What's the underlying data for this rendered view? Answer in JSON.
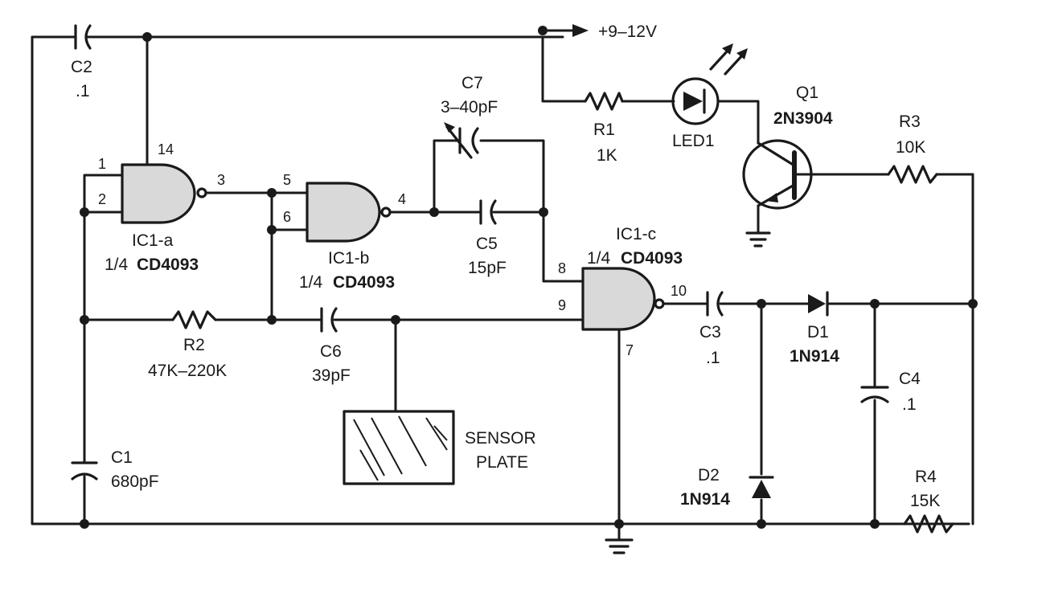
{
  "supply": {
    "label": "+9–12V"
  },
  "components": {
    "C1": {
      "ref": "C1",
      "value": "680pF"
    },
    "C2": {
      "ref": "C2",
      "value": ".1"
    },
    "C3": {
      "ref": "C3",
      "value": ".1"
    },
    "C4": {
      "ref": "C4",
      "value": ".1"
    },
    "C5": {
      "ref": "C5",
      "value": "15pF"
    },
    "C6": {
      "ref": "C6",
      "value": "39pF"
    },
    "C7": {
      "ref": "C7",
      "value": "3–40pF"
    },
    "R1": {
      "ref": "R1",
      "value": "1K"
    },
    "R2": {
      "ref": "R2",
      "value": "47K–220K"
    },
    "R3": {
      "ref": "R3",
      "value": "10K"
    },
    "R4": {
      "ref": "R4",
      "value": "15K"
    },
    "D1": {
      "ref": "D1",
      "part": "1N914"
    },
    "D2": {
      "ref": "D2",
      "part": "1N914"
    },
    "LED1": {
      "ref": "LED1"
    },
    "Q1": {
      "ref": "Q1",
      "part": "2N3904"
    },
    "IC1a": {
      "ref": "IC1-a",
      "prefix": "1/4",
      "part": "CD4093"
    },
    "IC1b": {
      "ref": "IC1-b",
      "prefix": "1/4",
      "part": "CD4093"
    },
    "IC1c": {
      "ref": "IC1-c",
      "prefix": "1/4",
      "part": "CD4093"
    }
  },
  "pins": {
    "p1": "1",
    "p2": "2",
    "p3": "3",
    "p4": "4",
    "p5": "5",
    "p6": "6",
    "p7": "7",
    "p8": "8",
    "p9": "9",
    "p10": "10",
    "p14": "14"
  },
  "sensor": {
    "line1": "SENSOR",
    "line2": "PLATE"
  }
}
